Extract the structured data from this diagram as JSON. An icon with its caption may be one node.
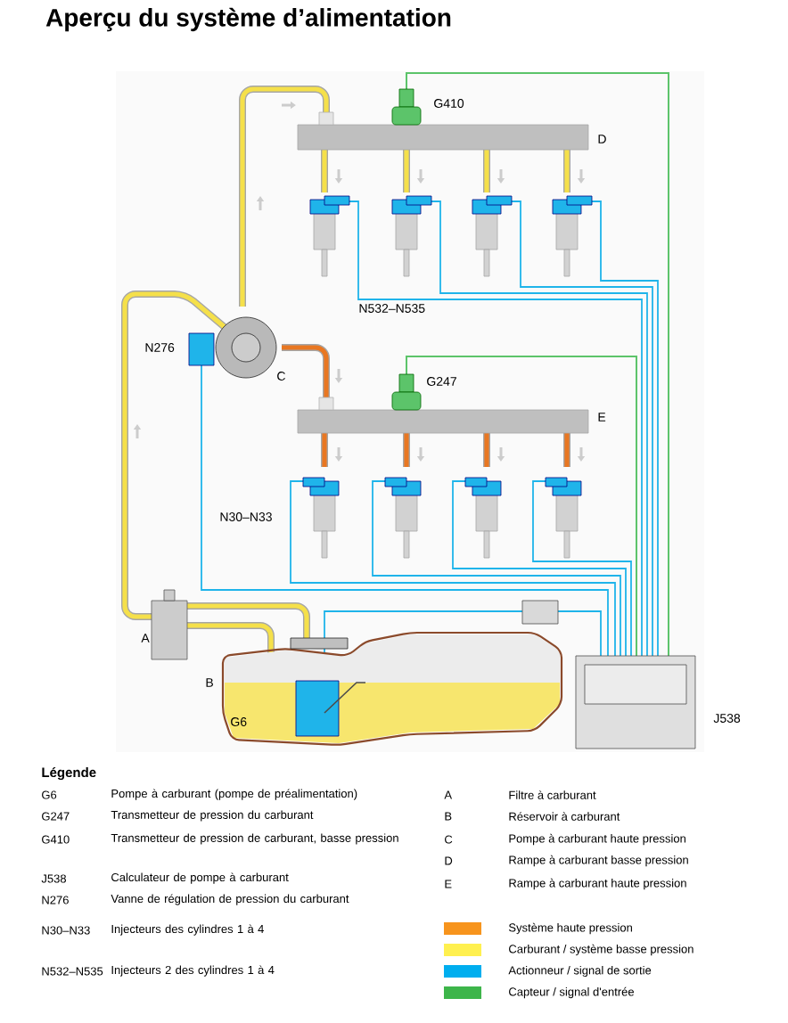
{
  "diagram": {
    "title": "Aperçu du système d’alimentation",
    "labels": [
      "G410",
      "D",
      "N532–N535",
      "N276",
      "C",
      "G247",
      "E",
      "N30–N33",
      "A",
      "B",
      "G6",
      "J538",
      "Légende",
      "G6",
      "Pompe à carburant (pompe de préalimentation)",
      "A",
      "Filtre à carburant",
      "G247",
      "Transmetteur de pression du carburant",
      "B",
      "Réservoir à carburant",
      "G410",
      "Transmetteur de pression de carburant, basse pression",
      "C",
      "Pompe à carburant haute pression",
      "J538",
      "Calculateur de pompe à carburant",
      "D",
      "Rampe à carburant basse pression",
      "N276",
      "Vanne de régulation de pression du carburant",
      "E",
      "Rampe à carburant haute pression",
      "N30–N33",
      "Injecteurs des cylindres 1 à 4",
      "N532–N535",
      "Injecteurs 2 des cylindres 1 à 4"
    ],
    "legend": [
      {
        "text": "Système haute pression",
        "color": "#f7941d"
      },
      {
        "text": "Carburant / système basse pression",
        "color": "#fff04f"
      },
      {
        "text": "Actionneur / signal de sortie",
        "color": "#00aeef"
      },
      {
        "text": "Capteur / signal d'entrée",
        "color": "#3db54a"
      }
    ]
  }
}
